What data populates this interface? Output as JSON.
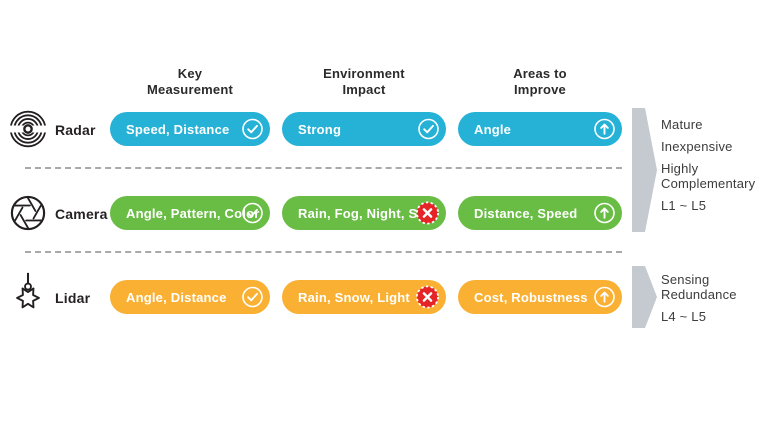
{
  "columns": [
    {
      "label": "Key\nMeasurement"
    },
    {
      "label": "Environment\nImpact"
    },
    {
      "label": "Areas to\nImprove"
    }
  ],
  "rows": [
    {
      "sensor": "Radar",
      "icon": "radar-icon",
      "color": "#25b2d6",
      "key_measurement": {
        "text": "Speed, Distance",
        "status": "positive"
      },
      "environment_impact": {
        "text": "Strong",
        "status": "positive"
      },
      "areas_to_improve": {
        "text": "Angle",
        "status": "improve"
      }
    },
    {
      "sensor": "Camera",
      "icon": "camera-icon",
      "color": "#69bd45",
      "key_measurement": {
        "text": "Angle, Pattern, Color",
        "status": "positive"
      },
      "environment_impact": {
        "text": "Rain, Fog, Night, Sun",
        "status": "negative"
      },
      "areas_to_improve": {
        "text": "Distance, Speed",
        "status": "improve"
      }
    },
    {
      "sensor": "Lidar",
      "icon": "lidar-icon",
      "color": "#f9b033",
      "key_measurement": {
        "text": "Angle, Distance",
        "status": "positive"
      },
      "environment_impact": {
        "text": "Rain, Snow, Light",
        "status": "negative"
      },
      "areas_to_improve": {
        "text": "Cost, Robustness",
        "status": "improve"
      }
    }
  ],
  "annotations": [
    {
      "lines": [
        "Mature",
        "Inexpensive",
        "Highly Complementary",
        "L1 ~ L5"
      ]
    },
    {
      "lines": [
        "Sensing Redundance",
        "L4 ~ L5"
      ]
    }
  ],
  "icons": {
    "positive": "check-circle-icon",
    "negative": "x-circle-icon",
    "improve": "arrow-up-circle-icon"
  },
  "colors": {
    "radar": "#25b2d6",
    "camera": "#69bd45",
    "lidar": "#f9b033",
    "negative_badge": "#e52428",
    "bracket": "#c4cad0"
  }
}
